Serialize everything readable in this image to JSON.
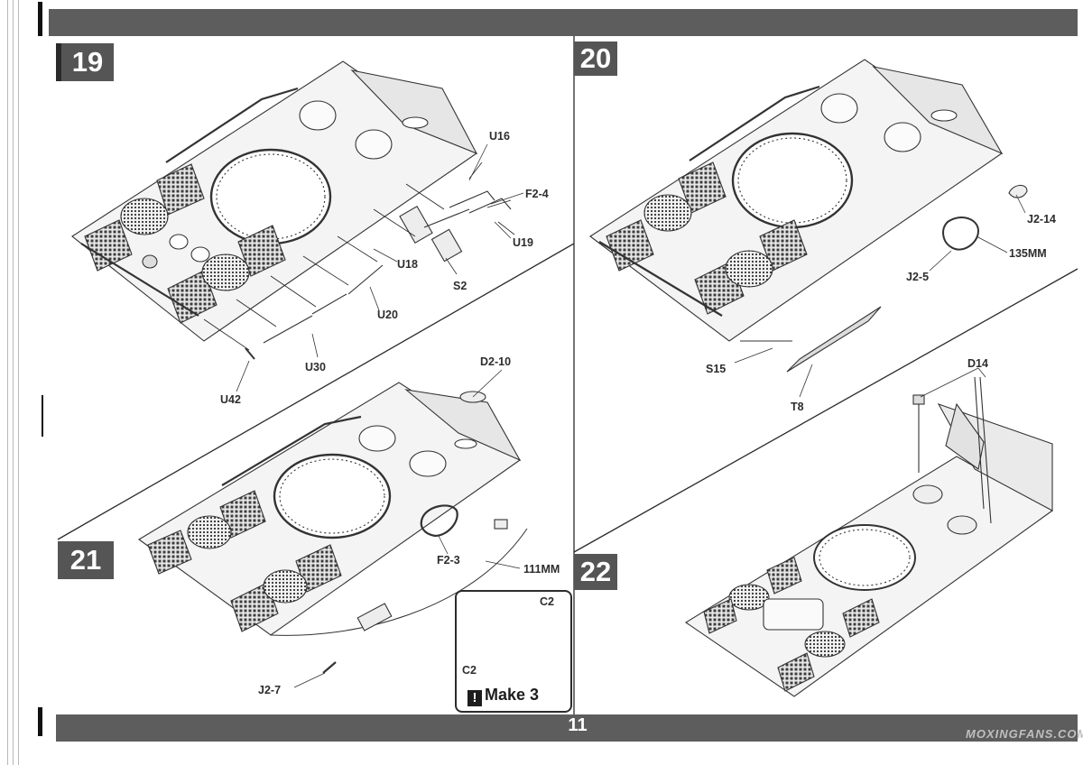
{
  "page": {
    "page_number": "11",
    "watermark": "MOXINGFANS.COM"
  },
  "steps": [
    {
      "number": "19",
      "callouts": {
        "u16": "U16",
        "f2_4": "F2-4",
        "u19": "U19",
        "u18": "U18",
        "s2": "S2",
        "u20": "U20",
        "u30": "U30",
        "u42": "U42"
      }
    },
    {
      "number": "20",
      "callouts": {
        "j2_14": "J2-14",
        "mm135": "135MM",
        "j2_5": "J2-5",
        "s15": "S15",
        "t8": "T8"
      }
    },
    {
      "number": "21",
      "callouts": {
        "d2_10": "D2-10",
        "f2_3": "F2-3",
        "mm111": "111MM",
        "j2_7": "J2-7"
      },
      "subassembly": {
        "c2_top": "C2",
        "c2_bottom": "C2",
        "make_label": "Make 3"
      }
    },
    {
      "number": "22",
      "callouts": {
        "d14": "D14"
      }
    }
  ]
}
